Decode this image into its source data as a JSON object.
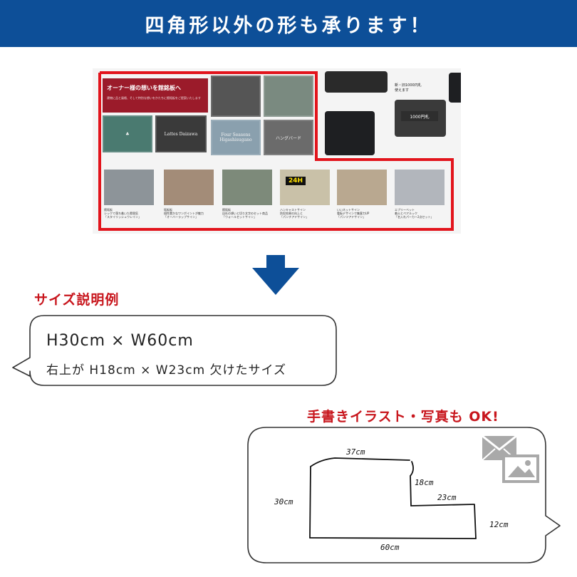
{
  "banner": {
    "title": "四角形以外の形も承ります！",
    "color": "#0d4f98"
  },
  "photo": {
    "promo_heading": "オーナー様の想いを館銘板へ",
    "promo_sub": "建物に品と風格、そして特別な想いをかたちに館銘板をご提案いたします",
    "signs": [
      "Four Seasons Higashisugano",
      "Lattes Daizawa",
      "ハングバード"
    ],
    "thumbs": [
      {
        "caption_line1": "館銘板",
        "caption_line2": "シックで落ち着いた雰囲気",
        "caption_line3": "「スタイリッシュウレイン」"
      },
      {
        "caption_line1": "銘板板",
        "caption_line2": "個性豊かなワンポイントが魅力",
        "caption_line3": "「オーバーラップサイン」"
      },
      {
        "caption_line1": "館銘板",
        "caption_line2": "自社の想いと切り文字のセット商品",
        "caption_line3": "「ウォールセットサイン」"
      },
      {
        "caption_line1": "ハンキャストサイン",
        "caption_line2": "防犯効果の向上と",
        "caption_line3": "「パンチアドサイン」"
      },
      {
        "caption_line1": "いいネットサイン",
        "caption_line2": "看板デザインで集客力UP",
        "caption_line3": "「パンツアドサイン」"
      },
      {
        "caption_line1": "エプリーベット",
        "caption_line2": "着火とペアルック",
        "caption_line3": "「名入れパーカー2点セット」"
      }
    ],
    "security_text": "24H",
    "money_label_line1": "新・旧1000円札",
    "money_label_line2": "使えます",
    "slot_label": "1000円札",
    "accent": "#e2141c"
  },
  "size_example": {
    "heading": "サイズ説明例",
    "line1": "H30cm × W60cm",
    "line2": "右上が H18cm × W23cm 欠けたサイズ"
  },
  "sketch": {
    "heading": "手書きイラスト・写真も OK!",
    "labels": {
      "top": "37cm",
      "notch_v": "18cm",
      "notch_h": "23cm",
      "right": "12cm",
      "left": "30cm",
      "bottom": "60cm"
    }
  },
  "icons": {
    "arrow": "down-arrow-icon",
    "mail": "mail-icon",
    "image": "image-icon"
  }
}
